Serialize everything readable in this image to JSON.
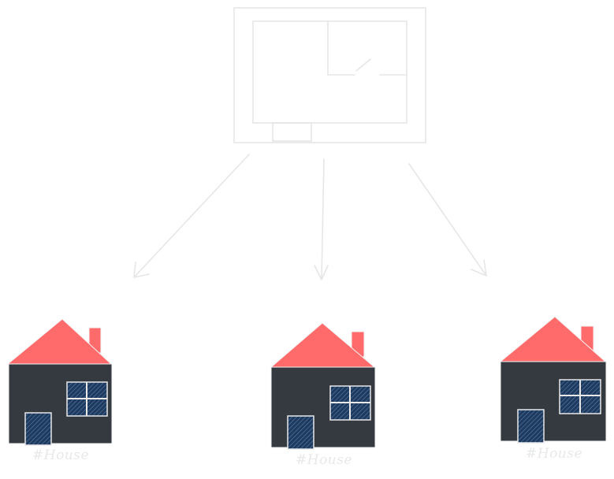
{
  "diagram": {
    "blueprint": {
      "icon": "blueprint-floorplan-icon"
    },
    "houses": [
      {
        "label": "#House",
        "icon": "house-icon"
      },
      {
        "label": "#House",
        "icon": "house-icon"
      },
      {
        "label": "#House",
        "icon": "house-icon"
      }
    ],
    "colors": {
      "roof": "#ff6b6b",
      "wall": "#343a40",
      "window": "#1e3a5f",
      "outline": "#e8e8e8",
      "background": "#ffffff"
    }
  }
}
